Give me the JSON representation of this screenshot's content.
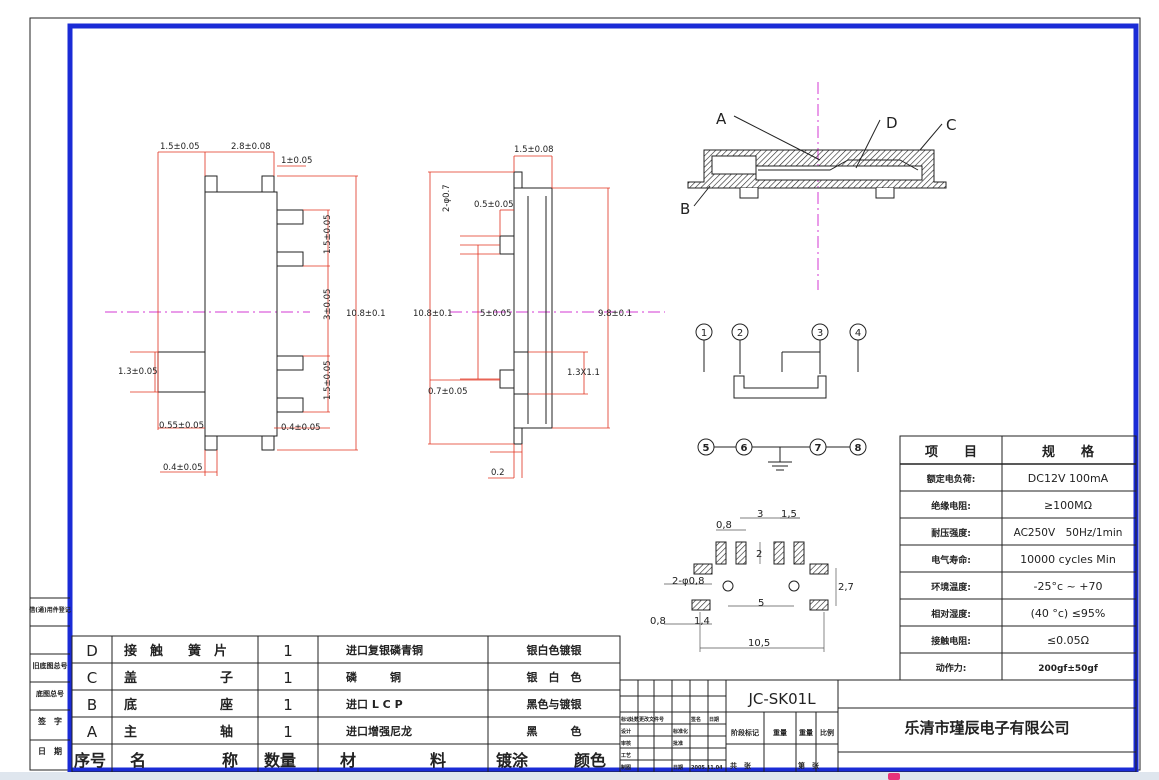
{
  "colors": {
    "frame": "#1a2bd6",
    "centerline": "#d33ad3",
    "ink": "#222222",
    "red": "#e0301e"
  },
  "dimensions": {
    "d_15_a": "1.5±0.05",
    "d_28": "2.8±0.08",
    "d_1": "1±0.05",
    "d_15_b": "1.5±0.05",
    "d_3": "3±0.05",
    "d_15_c": "1.5±0.05",
    "d_108_a": "10.8±0.1",
    "d_13": "1.3±0.05",
    "d_055": "0.55±0.05",
    "d_04_a": "0.4±0.05",
    "d_04_b": "0.4±0.05",
    "d_15_d": "1.5±0.08",
    "d_2phi": "2-φ0.7",
    "d_05": "0.5±0.05",
    "d_108_b": "10.8±0.1",
    "d_5": "5±0.05",
    "d_98": "9.8±0.1",
    "d_07": "0.7±0.05",
    "d_13x11": "1.3X1.1",
    "d_02": "0.2"
  },
  "section_labels": {
    "a": "A",
    "b": "B",
    "c": "C",
    "d": "D"
  },
  "circuit": {
    "t1": "1",
    "t2": "2",
    "t3": "3",
    "t4": "4",
    "t5": "5",
    "t6": "6",
    "t7": "7",
    "t8": "8"
  },
  "footprint": {
    "d08_a": "0,8",
    "d3": "3",
    "d15": "1,5",
    "d2": "2",
    "d2phi": "2-φ0,8",
    "d27": "2,7",
    "d5": "5",
    "d08_b": "0,8",
    "d14": "1,4",
    "d105": "10,5"
  },
  "spec": {
    "header_item": "项　　目",
    "header_spec": "规　　格",
    "rows": [
      {
        "label": "额定电负荷:",
        "value": "DC12V 100mA"
      },
      {
        "label": "绝缘电阻:",
        "value": "≥100MΩ"
      },
      {
        "label": "耐压强度:",
        "value": "AC250V　50Hz/1min"
      },
      {
        "label": "电气寿命:",
        "value": "10000 cycles Min"
      },
      {
        "label": "环境温度:",
        "value": "-25°c ~ +70"
      },
      {
        "label": "相对湿度:",
        "value": "(40 °c) ≤95%"
      },
      {
        "label": "接触电阻:",
        "value": "≤0.05Ω"
      },
      {
        "label": "动作力:",
        "value": "200gf±50gf"
      }
    ]
  },
  "bom": {
    "header": {
      "no": "序号",
      "name_a": "名",
      "name_b": "称",
      "qty": "数量",
      "mat_a": "材",
      "mat_b": "料",
      "coat_a": "镀涂",
      "coat_b": "颜色"
    },
    "rows": [
      {
        "id": "D",
        "name_a": "接　触",
        "name_b": "簧　片",
        "qty": "1",
        "material": "进口复银磷青铜",
        "coating": "银白色镀银"
      },
      {
        "id": "C",
        "name_a": "盖",
        "name_b": "子",
        "qty": "1",
        "material": "磷　　　铜",
        "coating": "银　白　色"
      },
      {
        "id": "B",
        "name_a": "底",
        "name_b": "座",
        "qty": "1",
        "material": "进口 L C P",
        "coating": "黑色与镀银"
      },
      {
        "id": "A",
        "name_a": "主",
        "name_b": "轴",
        "qty": "1",
        "material": "进口增强尼龙",
        "coating": "黑　　　色"
      }
    ]
  },
  "side_labels": [
    "借(通)用件登记",
    "旧底图总号",
    "底图总号",
    "签　字",
    "日　期"
  ],
  "title_block": {
    "part_no": "JC-SK01L",
    "company": "乐清市瑾辰电子有限公司",
    "col_labels": [
      "阶段标记",
      "重量",
      "重量",
      "比例"
    ],
    "row_labels": [
      "标记",
      "处数",
      "更改文件号",
      "签名",
      "日期",
      "设计",
      "审核",
      "工艺",
      "制图"
    ],
    "misc": [
      "标准化",
      "批准",
      "日期",
      "2005.11.04",
      "共　张",
      "第　张"
    ]
  }
}
